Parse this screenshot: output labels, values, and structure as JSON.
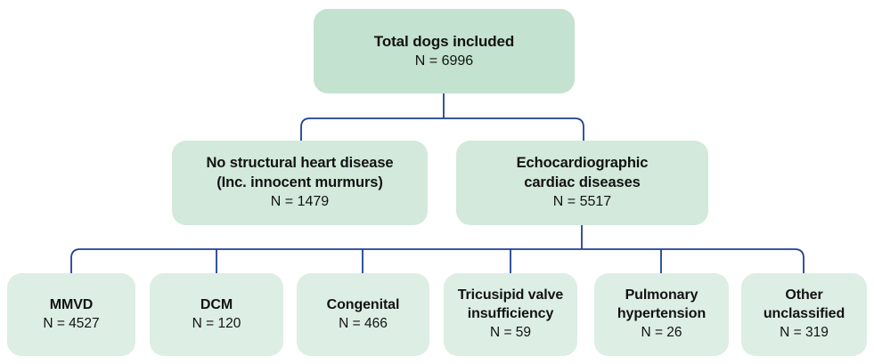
{
  "colors": {
    "level1_fill": "#c3e2cf",
    "level2_fill": "#d2e9dc",
    "level3_fill": "#ddeee5",
    "connector": "#1e4191",
    "text": "#121212",
    "background": "#ffffff"
  },
  "nodes": {
    "root": {
      "title": "Total dogs included",
      "count": "N = 6996"
    },
    "level2": [
      {
        "title_line1": "No structural heart disease",
        "title_line2": "(Inc. innocent murmurs)",
        "count": "N = 1479"
      },
      {
        "title_line1": "Echocardiographic",
        "title_line2": "cardiac diseases",
        "count": "N = 5517"
      }
    ],
    "level3": [
      {
        "title": "MMVD",
        "count": "N = 4527"
      },
      {
        "title": "DCM",
        "count": "N = 120"
      },
      {
        "title": "Congenital",
        "count": "N = 466"
      },
      {
        "title": "Tricusipid valve insufficiency",
        "count": "N = 59"
      },
      {
        "title": "Pulmonary hypertension",
        "count": "N = 26"
      },
      {
        "title": "Other unclassified",
        "count": "N = 319"
      }
    ]
  }
}
